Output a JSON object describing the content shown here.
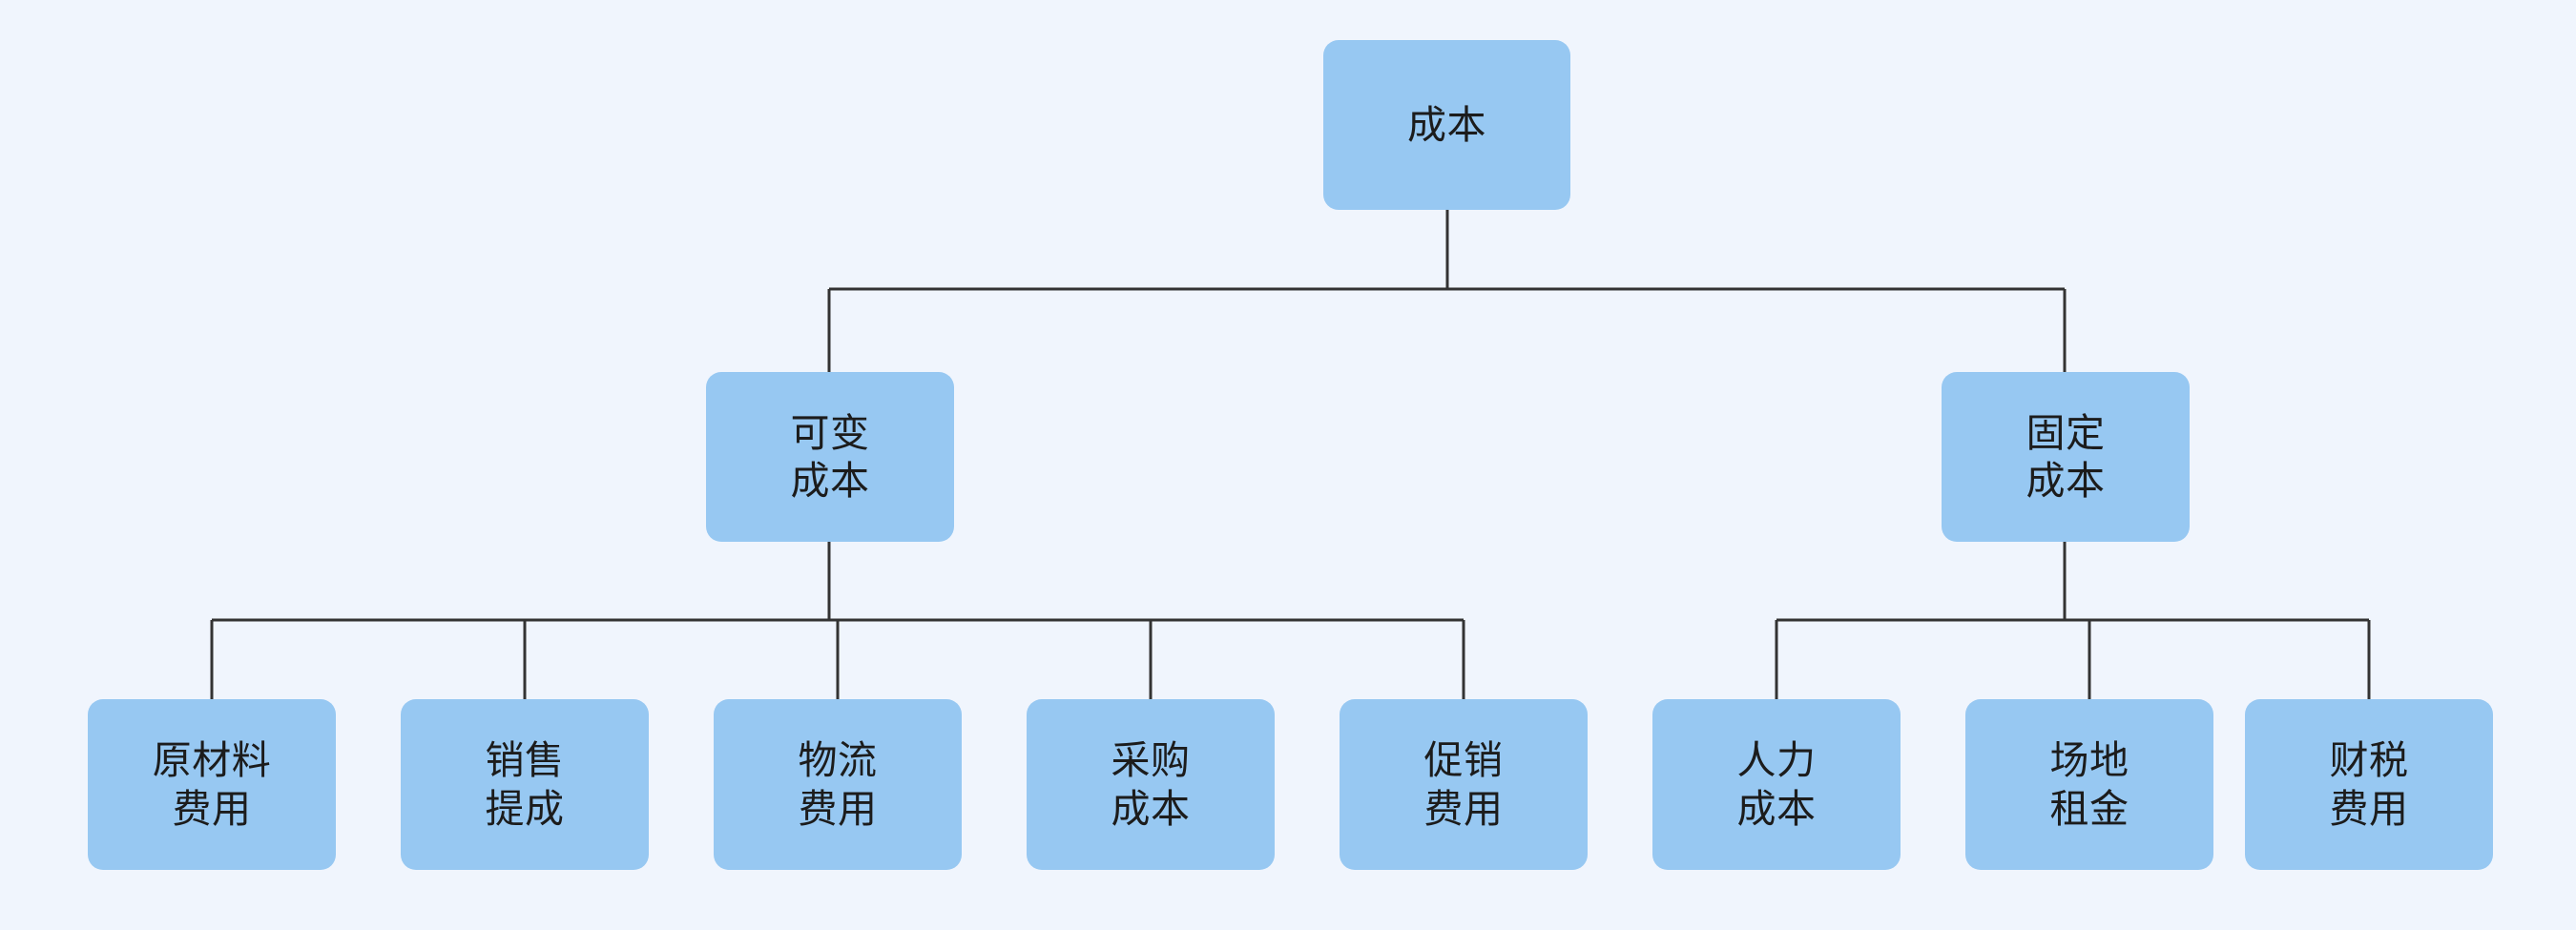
{
  "diagram": {
    "title": "成本",
    "type": "tree-hierarchy",
    "background_color": "#f0f5fd",
    "node_color": "#97c8f2",
    "edge_color": "#333333",
    "text_color": "#1c1c1c"
  },
  "nodes": {
    "root": {
      "label": "成本",
      "level": 0
    },
    "level2": [
      {
        "label": "可变\n成本",
        "level": 1
      },
      {
        "label": "固定\n成本",
        "level": 1
      }
    ],
    "leaves": [
      {
        "label": "原材料\n费用",
        "parent": "可变成本"
      },
      {
        "label": "销售\n提成",
        "parent": "可变成本"
      },
      {
        "label": "物流\n费用",
        "parent": "可变成本"
      },
      {
        "label": "采购\n成本",
        "parent": "可变成本"
      },
      {
        "label": "促销\n费用",
        "parent": "可变成本"
      },
      {
        "label": "人力\n成本",
        "parent": "固定成本"
      },
      {
        "label": "场地\n租金",
        "parent": "固定成本"
      },
      {
        "label": "财税\n费用",
        "parent": "固定成本"
      }
    ]
  }
}
